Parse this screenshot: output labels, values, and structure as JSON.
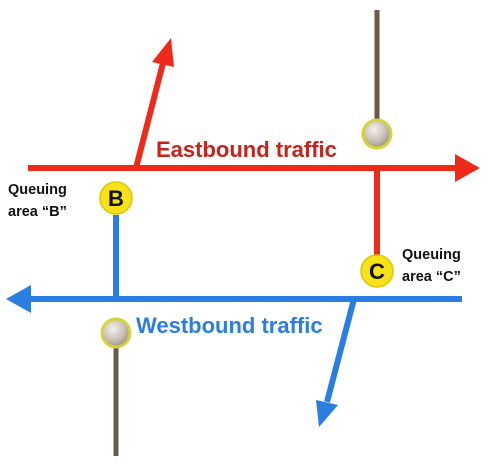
{
  "colors": {
    "eastbound": "#ee2a1b",
    "westbound": "#2a7de1",
    "eastbound_text": "#c8231a",
    "westbound_text": "#2a7de1",
    "pole": "#6b5a46",
    "queue_marker": "#f7e21a",
    "sensor_fill": "#c9c2b6",
    "sensor_ring": "#d8d23a"
  },
  "labels": {
    "eastbound": "Eastbound traffic",
    "westbound": "Westbound traffic",
    "queue_b_line1": "Queuing",
    "queue_b_line2": "area “B”",
    "queue_c_line1": "Queuing",
    "queue_c_line2": "area “C”"
  },
  "markers": {
    "b": "B",
    "c": "C"
  },
  "icons": {
    "sensor": "sensor-light-icon",
    "queue_marker": "queue-area-marker-icon"
  }
}
